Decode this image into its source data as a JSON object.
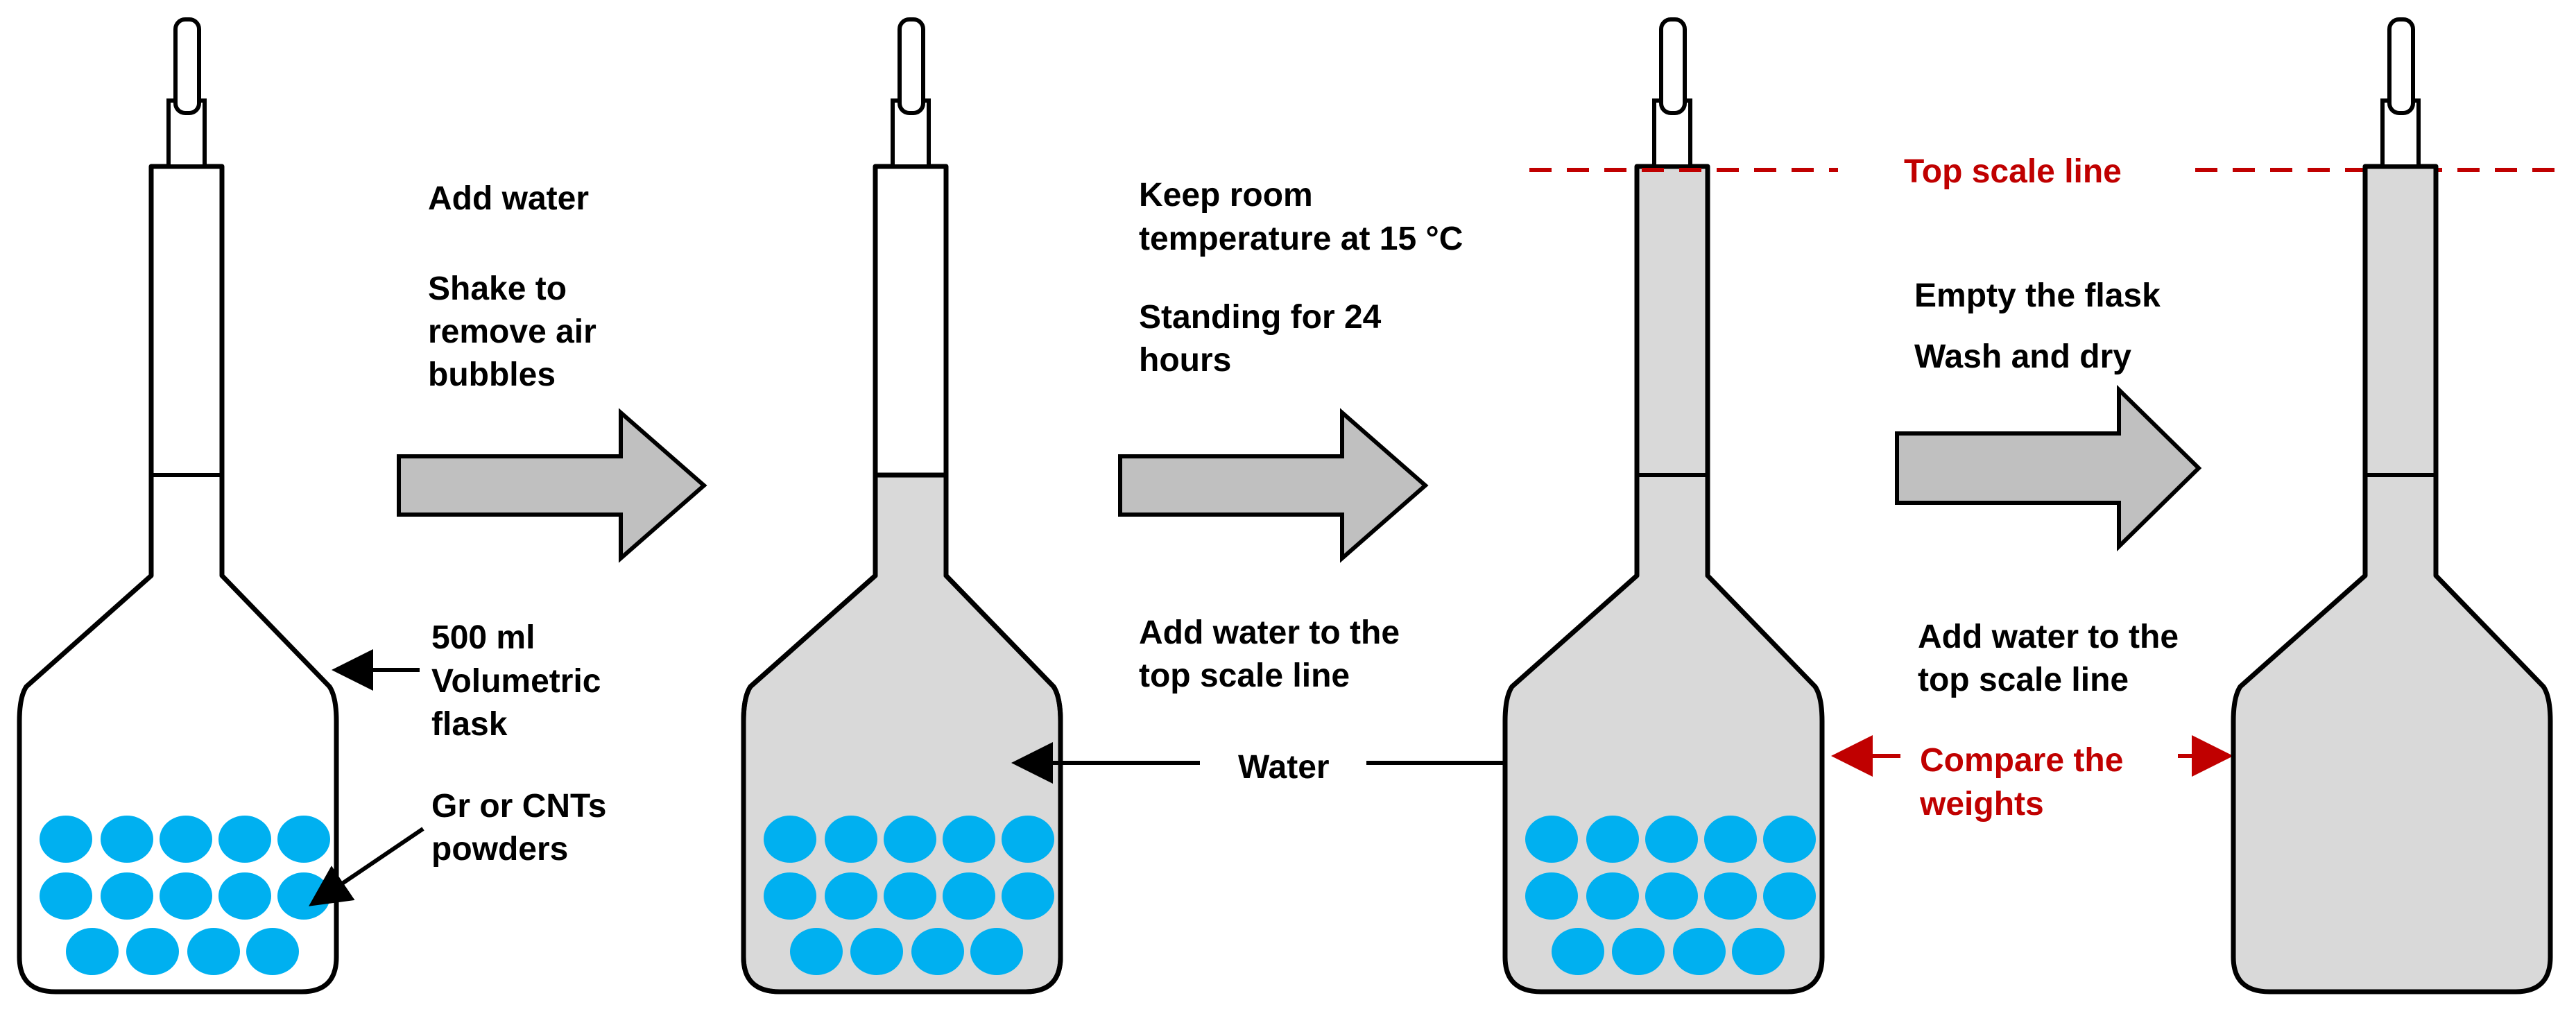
{
  "colors": {
    "water": "#d9d9d9",
    "powder": "#00b0f0",
    "arrow": "#c0c0c0",
    "accent_red": "#c00000"
  },
  "icons": {
    "flask": "volumetric-flask-icon",
    "process_arrow": "right-block-arrow-icon",
    "powder_bead": "powder-particle-icon"
  },
  "step1": {
    "line1": "Add water",
    "line2": "Shake to",
    "line3": "remove air",
    "line4": "bubbles"
  },
  "flask1": {
    "label_line1": "500 ml",
    "label_line2": "Volumetric",
    "label_line3": "flask",
    "powder_line1": "Gr or CNTs",
    "powder_line2": "powders"
  },
  "step2": {
    "line1": "Keep room",
    "line2": "temperature at 15 °C",
    "line3": "Standing for 24",
    "line4": "hours",
    "line5": "Add water to the",
    "line6": "top scale line"
  },
  "water_label": "Water",
  "top_scale_line": "Top scale line",
  "step3": {
    "line1": "Empty the flask",
    "line2": "Wash and  dry",
    "line3": "Add water to the",
    "line4": "top scale line"
  },
  "compare": {
    "line1": "Compare the",
    "line2": "weights"
  }
}
